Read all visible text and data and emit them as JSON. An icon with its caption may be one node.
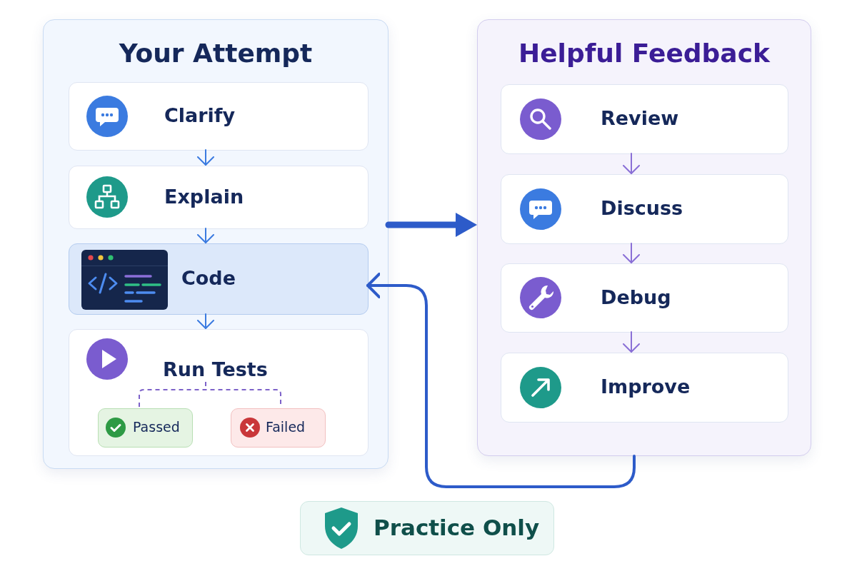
{
  "diagram": {
    "nodes": [
      {
        "text": [
          "Your Attempt"
        ]
      },
      {
        "text": [
          "Clarify"
        ],
        "in": 0
      },
      {
        "text": [
          "Explain"
        ],
        "in": 0
      },
      {
        "text": [
          "Code"
        ],
        "in": 0
      },
      {
        "text": [
          "Run Tests"
        ],
        "in": 0
      },
      {
        "text": [
          "Passed"
        ],
        "in": 4
      },
      {
        "text": [
          "Failed"
        ],
        "in": 4
      },
      {
        "text": [
          "Helpful Feedback"
        ]
      },
      {
        "text": [
          "Review"
        ],
        "in": 7
      },
      {
        "text": [
          "Discuss"
        ],
        "in": 7
      },
      {
        "text": [
          "Debug"
        ],
        "in": 7
      },
      {
        "text": [
          "Improve"
        ],
        "in": 7
      },
      {
        "text": [
          "Practice Only"
        ]
      }
    ],
    "edges": [
      {
        "from": 1,
        "to": 2,
        "arrow": "to"
      },
      {
        "from": 2,
        "to": 3,
        "arrow": "to"
      },
      {
        "from": 3,
        "to": 4,
        "arrow": "to"
      },
      {
        "from": 0,
        "to": 7,
        "arrow": "to",
        "style": "thick",
        "color": "#2d5bc9"
      },
      {
        "from": 8,
        "to": 9,
        "arrow": "to",
        "color": "#8a6fd6"
      },
      {
        "from": 9,
        "to": 10,
        "arrow": "to",
        "color": "#8a6fd6"
      },
      {
        "from": 10,
        "to": 11,
        "arrow": "to",
        "color": "#8a6fd6"
      },
      {
        "from": 7,
        "to": 3,
        "arrow": "to",
        "style": "thick",
        "color": "#2d5bc9"
      }
    ]
  }
}
